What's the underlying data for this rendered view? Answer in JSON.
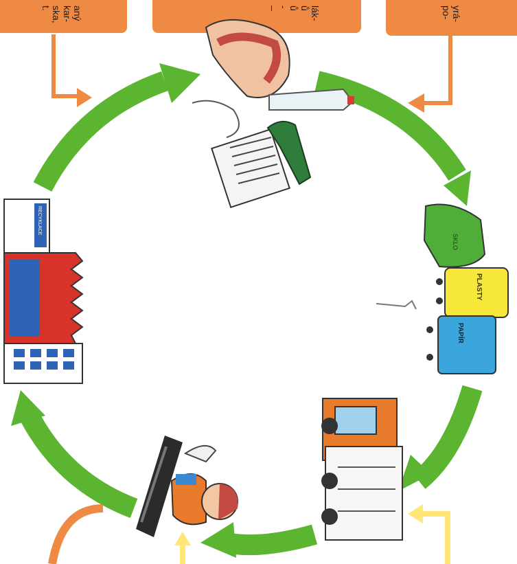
{
  "colors": {
    "cycle_green": "#5cb531",
    "box_orange": "#ef8a45",
    "hint_yellow": "#ffe676",
    "bin_green": "#4fae3a",
    "bin_yellow": "#f7e73b",
    "bin_blue": "#3aa6dc",
    "truck_orange": "#e87b2c",
    "factory_red": "#d8332a",
    "factory_blue": "#2e63b6"
  },
  "boxes": {
    "left_text": "aný\nkar-\nska,\nt.",
    "middle_text": "lák-\nů\nů\n-\n–",
    "right_text": "yrá-\npo-"
  },
  "bins": {
    "glass_label": "SKLO",
    "plastic_label": "PLASTY",
    "paper_label": "PAPÍR"
  },
  "factory": {
    "sign_label": "RECYKLACE"
  },
  "icons": [
    "trash-items-icon",
    "recycle-bins-icon",
    "garbage-truck-icon",
    "sorting-worker-icon",
    "factory-icon"
  ]
}
